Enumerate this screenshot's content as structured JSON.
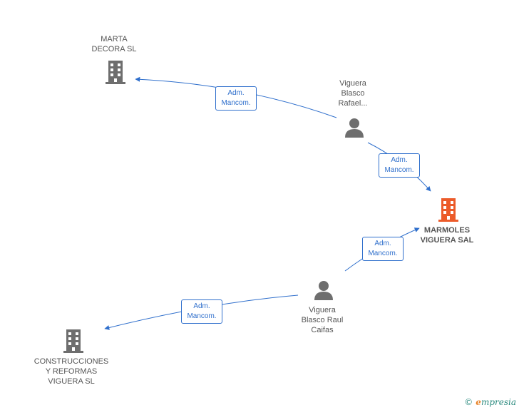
{
  "colors": {
    "line": "#2f6fcc",
    "company_icon": "#6e6e6e",
    "main_company_icon": "#ec5b2a",
    "person_icon": "#6e6e6e"
  },
  "nodes": {
    "marta": {
      "line1": "MARTA",
      "line2": "DECORA SL",
      "icon": "building-icon"
    },
    "rafael": {
      "line1": "Viguera",
      "line2": "Blasco",
      "line3": "Rafael...",
      "icon": "person-icon"
    },
    "marmoles": {
      "line1": "MARMOLES",
      "line2": "VIGUERA SAL",
      "icon": "building-icon"
    },
    "raul": {
      "line1": "Viguera",
      "line2": "Blasco Raul",
      "line3": "Caifas",
      "icon": "person-icon"
    },
    "construcciones": {
      "line1": "CONSTRUCCIONES",
      "line2": "Y REFORMAS",
      "line3": "VIGUERA  SL",
      "icon": "building-icon"
    }
  },
  "edges": [
    {
      "from": "rafael",
      "to": "marta",
      "line1": "Adm.",
      "line2": "Mancom."
    },
    {
      "from": "rafael",
      "to": "marmoles",
      "line1": "Adm.",
      "line2": "Mancom."
    },
    {
      "from": "raul",
      "to": "marmoles",
      "line1": "Adm.",
      "line2": "Mancom."
    },
    {
      "from": "raul",
      "to": "construcciones",
      "line1": "Adm.",
      "line2": "Mancom."
    }
  ],
  "footer": {
    "symbol": "©",
    "brand_first": "e",
    "brand_rest": "mpresia"
  }
}
